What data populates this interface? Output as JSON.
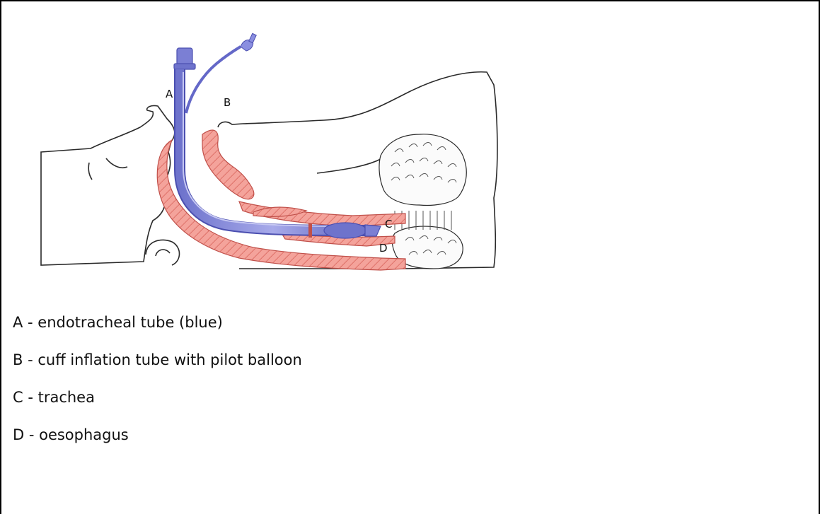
{
  "diagram": {
    "labels": {
      "a": "A",
      "b": "B",
      "c": "C",
      "d": "D"
    },
    "colors": {
      "tube": "#7b7fd4",
      "tube_dark": "#4b4fb0",
      "tissue": "#f08a80",
      "tissue_stroke": "#c0504a",
      "outline": "#2a2a2a"
    },
    "icons": [
      "endotracheal-tube",
      "pilot-balloon",
      "head-outline",
      "trachea",
      "oesophagus",
      "lung"
    ]
  },
  "legend": [
    "A - endotracheal tube (blue)",
    "B - cuff inflation tube with pilot balloon",
    "C - trachea",
    "D - oesophagus"
  ]
}
